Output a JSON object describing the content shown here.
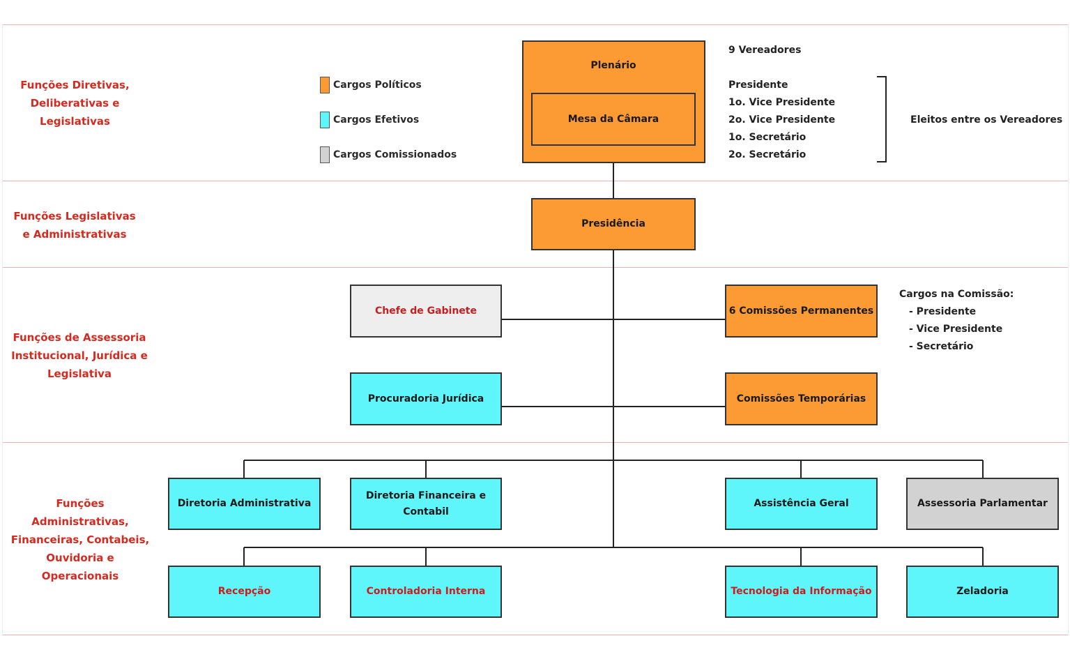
{
  "sections": [
    {
      "label": "Funções Diretivas,\nDeliberativas e\nLegislativas"
    },
    {
      "label": "Funções Legislativas\ne Administrativas"
    },
    {
      "label": "Funções de Assessoria\nInstitucional, Jurídica e\nLegislativa"
    },
    {
      "label": "Funções\nAdministrativas,\nFinanceiras, Contabeis,\nOuvidoria e\nOperacionais"
    }
  ],
  "legend": [
    {
      "label": "Cargos Políticos",
      "color": "#fc9b33"
    },
    {
      "label": "Cargos Efetivos",
      "color": "#5ff6fb"
    },
    {
      "label": "Cargos Comissionados",
      "color": "#d2d2d2"
    }
  ],
  "nodes": {
    "plenario": "Plenário",
    "mesa": "Mesa da Câmara",
    "presidencia": "Presidência",
    "chefe_gabinete": "Chefe de Gabinete",
    "comissoes_permanentes": "6 Comissões Permanentes",
    "procuradoria": "Procuradoria Jurídica",
    "comissoes_temporarias": "Comissões Temporárias",
    "diretoria_adm": "Diretoria Administrativa",
    "diretoria_fin": "Diretoria Financeira e Contabil",
    "assistencia_geral": "Assistência Geral",
    "assessoria_parlamentar": "Assessoria Parlamentar",
    "recepcao": "Recepção",
    "controladoria": "Controladoria Interna",
    "tecnologia": "Tecnologia da Informação",
    "zeladoria": "Zeladoria"
  },
  "notes": {
    "vereadores": "9 Vereadores",
    "mesa_members": [
      "Presidente",
      "1o. Vice Presidente",
      "2o. Vice Presidente",
      "1o. Secretário",
      "2o. Secretário"
    ],
    "eleitos": "Eleitos entre os Vereadores",
    "comissao_title": "Cargos na Comissão:",
    "comissao_members": [
      "- Presidente",
      "- Vice Presidente",
      "- Secretário"
    ]
  }
}
